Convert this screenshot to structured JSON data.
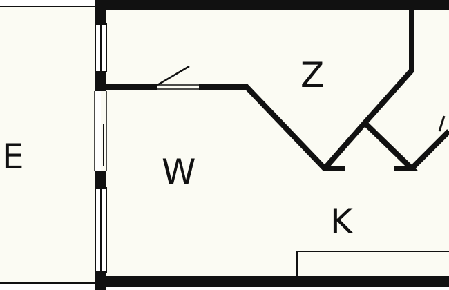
{
  "floorplan": {
    "rooms": [
      {
        "label": "E"
      },
      {
        "label": "W"
      },
      {
        "label": "Z"
      },
      {
        "label": "K"
      }
    ],
    "colors": {
      "wall": "#111111",
      "floor": "#fbfbf3",
      "outside": "#ffffff"
    }
  }
}
